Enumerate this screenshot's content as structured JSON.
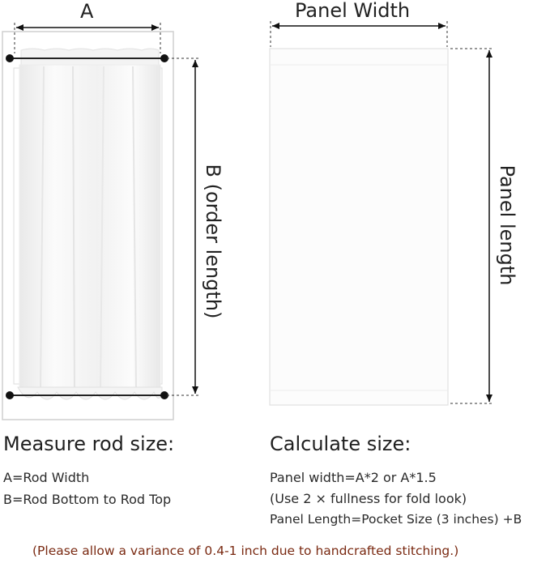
{
  "diagram": {
    "label_a": "A",
    "label_b": "B (order length)",
    "label_panel_width": "Panel Width",
    "label_panel_length": "Panel length"
  },
  "measure": {
    "heading": "Measure rod size:",
    "lines": [
      "A=Rod Width",
      "B=Rod Bottom to Rod Top"
    ]
  },
  "calculate": {
    "heading": "Calculate size:",
    "lines": [
      "Panel width=A*2 or A*1.5",
      "(Use 2 × fullness for fold look)",
      "Panel Length=Pocket Size (3 inches) +B"
    ]
  },
  "note": "(Please allow a variance of 0.4-1 inch due to handcrafted stitching.)",
  "colors": {
    "note": "#7a2a12",
    "frame": "#cfcfcf",
    "curtain": "#f7f7f7"
  }
}
